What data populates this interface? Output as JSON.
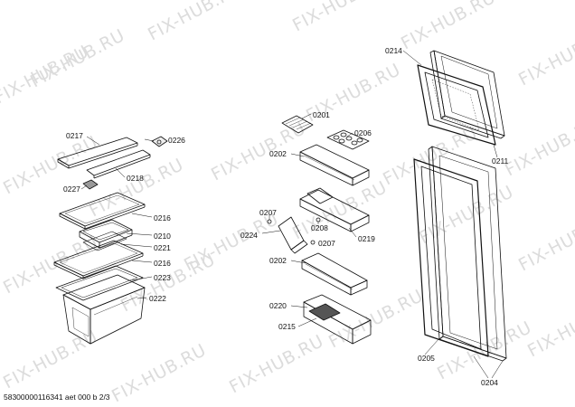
{
  "watermark": "FIX-HUB.RU",
  "footer": "58300000116341 aet 000 b 2/3",
  "parts": {
    "p0217": "0217",
    "p0226": "0226",
    "p0218": "0218",
    "p0227": "0227",
    "p0216a": "0216",
    "p0210": "0210",
    "p0221": "0221",
    "p0216b": "0216",
    "p0223": "0223",
    "p0222": "0222",
    "p0201": "0201",
    "p0206": "0206",
    "p0202a": "0202",
    "p0207a": "0207",
    "p0208": "0208",
    "p0224": "0224",
    "p0207b": "0207",
    "p0219": "0219",
    "p0202b": "0202",
    "p0220": "0220",
    "p0215": "0215",
    "p0214": "0214",
    "p0211": "0211",
    "p0205": "0205",
    "p0204": "0204"
  }
}
